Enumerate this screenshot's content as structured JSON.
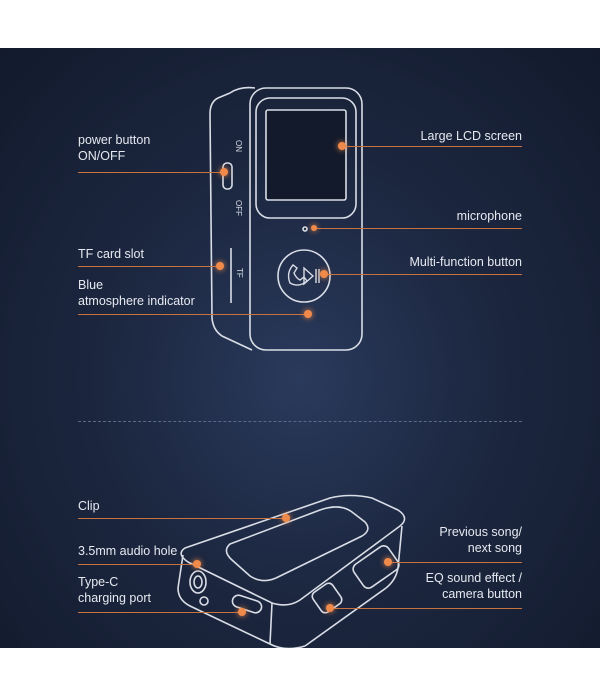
{
  "labels": {
    "power_line1": "power button",
    "power_line2": "ON/OFF",
    "tf_slot": "TF card slot",
    "blue_line1": "Blue",
    "blue_line2": "atmosphere indicator",
    "lcd": "Large LCD screen",
    "microphone": "microphone",
    "multifunction": "Multi-function button",
    "clip": "Clip",
    "audio_hole": "3.5mm audio hole",
    "typec_line1": "Type-C",
    "typec_line2": "charging port",
    "prev_line1": "Previous song/",
    "prev_line2": "next song",
    "eq_line1": "EQ sound effect /",
    "eq_line2": "camera button"
  },
  "device_text": {
    "on": "ON",
    "off": "OFF",
    "tf": "TF"
  },
  "colors": {
    "accent": "#f08a4b",
    "background": "#1c2740",
    "text": "#e6e9f0"
  }
}
